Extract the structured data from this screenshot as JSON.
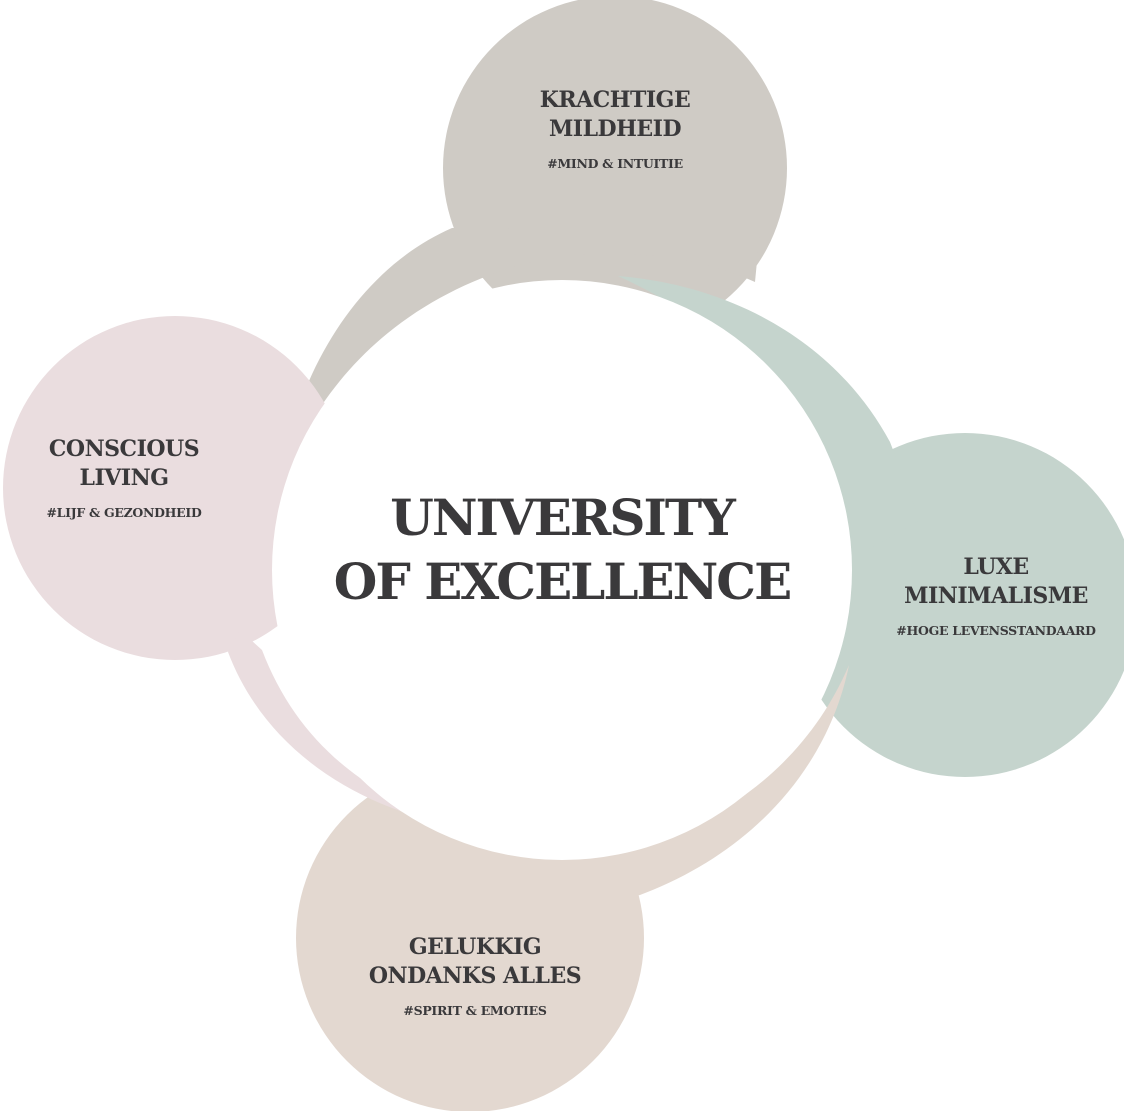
{
  "center": {
    "line1": "UNIVERSITY",
    "line2": "OF EXCELLENCE"
  },
  "nodes": [
    {
      "id": "top",
      "title_line1": "KRACHTIGE",
      "title_line2": "MILDHEID",
      "tag": "#MIND & INTUITIE",
      "color": "#CFCBC5"
    },
    {
      "id": "right",
      "title_line1": "LUXE",
      "title_line2": "MINIMALISME",
      "tag": "#HOGE LEVENSSTANDAARD",
      "color": "#C5D4CD"
    },
    {
      "id": "bottom",
      "title_line1": "GELUKKIG",
      "title_line2": "ONDANKS ALLES",
      "tag": "#SPIRIT & EMOTIES",
      "color": "#E3D8D0"
    },
    {
      "id": "left",
      "title_line1": "CONSCIOUS",
      "title_line2": "LIVING",
      "tag": "#LIJF & GEZONDHEID",
      "color": "#EADDDF"
    }
  ],
  "colors": {
    "text": "#3A393B",
    "background": "#FFFFFF",
    "center_fill": "#FFFFFF"
  }
}
